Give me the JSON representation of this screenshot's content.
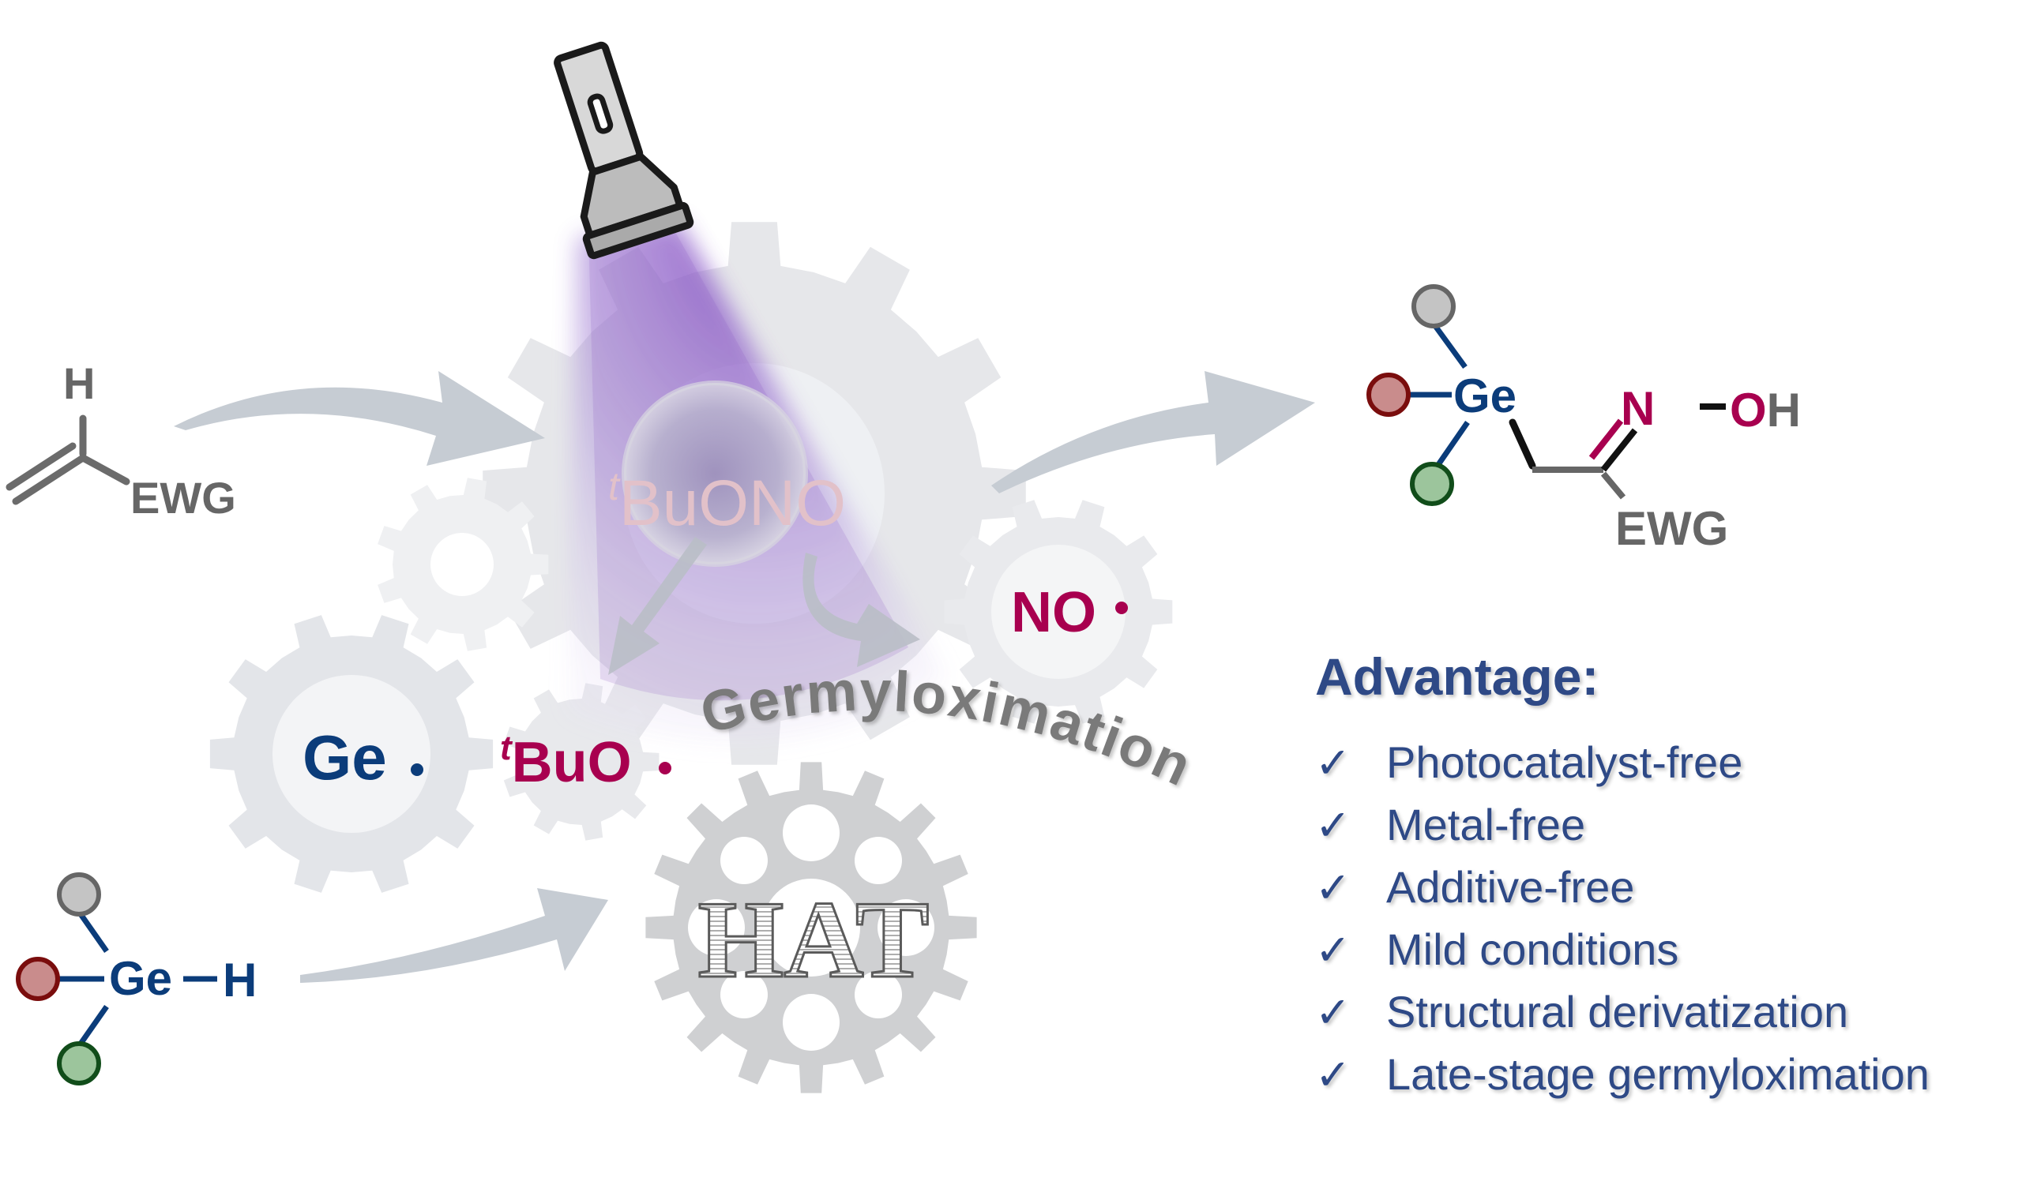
{
  "colors": {
    "gray_text": "#666666",
    "ge_blue": "#0b3c7a",
    "magenta": "#a8004f",
    "adv_blue": "#2e4a86",
    "gear_light": "#e4e6ea",
    "gear_mid": "#cfd1d4",
    "arrow_gray": "#c3c9d1",
    "purple_light": "#8a56c4",
    "dot_gray": "#b5b5b5",
    "dot_red": "#b03a3a",
    "dot_green": "#2a7a3a"
  },
  "alkene": {
    "h_label": "H",
    "ewg_label": "EWG"
  },
  "germane": {
    "ge_label": "Ge",
    "h_label": "H"
  },
  "center": {
    "tbuono_prefix": "t",
    "tbuono_label": "BuONO",
    "ge_radical_label": "Ge",
    "tbuo_prefix": "t",
    "tbuo_label": "BuO",
    "no_radical_label": "NO",
    "curved_text": "Germyloximation",
    "hat_label": "HAT"
  },
  "product": {
    "ge_label": "Ge",
    "n_label": "N",
    "oh_o_label": "O",
    "oh_h_label": "H",
    "ewg_label": "EWG"
  },
  "advantage": {
    "title": "Advantage:",
    "check_symbol": "✓",
    "items": [
      "Photocatalyst-free",
      "Metal-free",
      "Additive-free",
      "Mild conditions",
      "Structural derivatization",
      "Late-stage germyloximation"
    ]
  }
}
